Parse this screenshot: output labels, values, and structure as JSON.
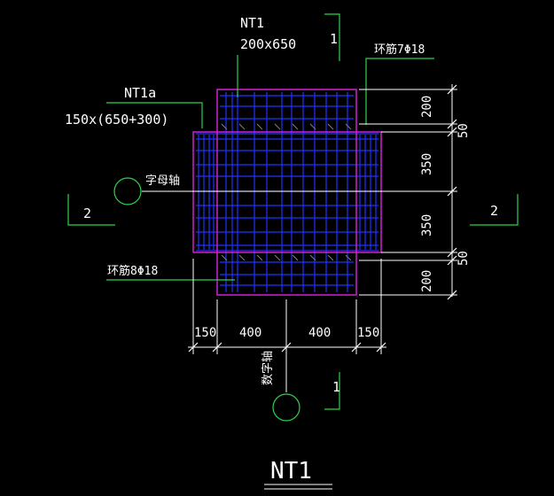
{
  "drawing": {
    "column_name": "NT1",
    "column_size": "200x650",
    "haunch_name": "NT1a",
    "haunch_size": "150x(650+300)",
    "axis_letter_label": "字母轴",
    "axis_number_label": "数字轴",
    "ring_bar_top": "环筋7Φ18",
    "ring_bar_bottom": "环筋8Φ18",
    "section_mark_1_top": "1",
    "section_mark_1_bottom": "1",
    "section_mark_2_left": "2",
    "section_mark_2_right": "2",
    "dims_right": [
      "200",
      "50",
      "350",
      "350",
      "50",
      "200"
    ],
    "dims_bottom": [
      "150",
      "400",
      "400",
      "150"
    ],
    "title": "NT1"
  },
  "colors": {
    "background": "#000000",
    "outline": "#d020d0",
    "rebar": "#2233ff",
    "leader": "#2fd24a",
    "dim_line": "#ffffff",
    "stirrup": "#808080"
  }
}
